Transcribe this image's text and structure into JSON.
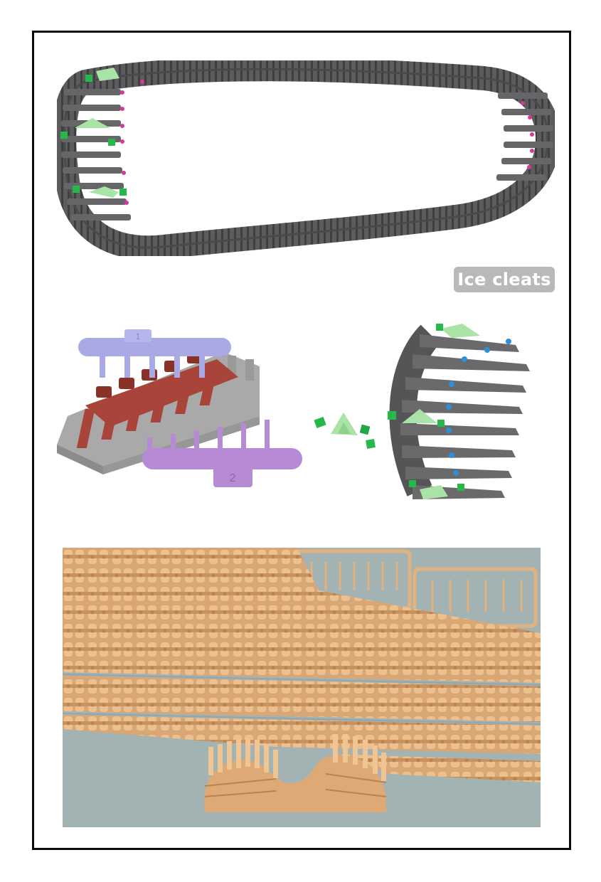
{
  "label": {
    "ice_cleats": "Ice cleats"
  },
  "sprue_numbers": {
    "top": "1",
    "bottom": "2"
  },
  "colors": {
    "track_gray": "#5a5a5c",
    "cleat_green_light": "#a9e3a6",
    "cleat_green": "#27b84a",
    "pin_magenta": "#d33a9b",
    "pin_blue": "#2f8fd6",
    "sprue_blue": "#a9a9e6",
    "sprue_purple": "#b78ad6",
    "jig_gray": "#a9a9a9",
    "links_red": "#a9443a",
    "plastic_tan": "#e2b27f",
    "mat_blue_gray": "#9fb0b1",
    "label_bg": "#b9b9b9"
  },
  "icons": [
    "track-loop-render",
    "assembly-jig-render",
    "ice-cleat-parts-render",
    "track-section-render",
    "sprue-photo"
  ]
}
